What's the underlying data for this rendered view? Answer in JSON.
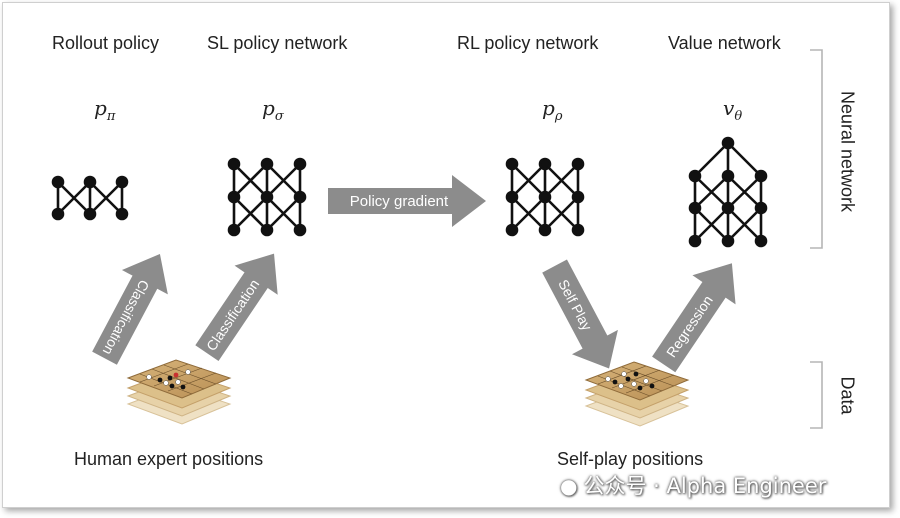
{
  "titles": {
    "rollout": "Rollout policy",
    "sl": "SL policy network",
    "rl": "RL policy network",
    "value": "Value network"
  },
  "symbols": {
    "rollout": {
      "base": "p",
      "sub": "π"
    },
    "sl": {
      "base": "p",
      "sub": "σ"
    },
    "rl": {
      "base": "p",
      "sub": "ρ"
    },
    "value": {
      "base": "v",
      "sub": "θ"
    }
  },
  "arrows": {
    "policy_gradient": "Policy gradient",
    "classification_left": "Classification",
    "classification_right": "Classification",
    "self_play": "Self Play",
    "regression": "Regression"
  },
  "side_labels": {
    "neural_network": "Neural network",
    "data": "Data"
  },
  "captions": {
    "human": "Human expert positions",
    "selfplay": "Self-play positions"
  },
  "watermark": "公众号 · Alpha Engineer",
  "colors": {
    "arrow_fill": "#8c8c8c",
    "node": "#111111",
    "board_wood": "#c9a46a"
  }
}
